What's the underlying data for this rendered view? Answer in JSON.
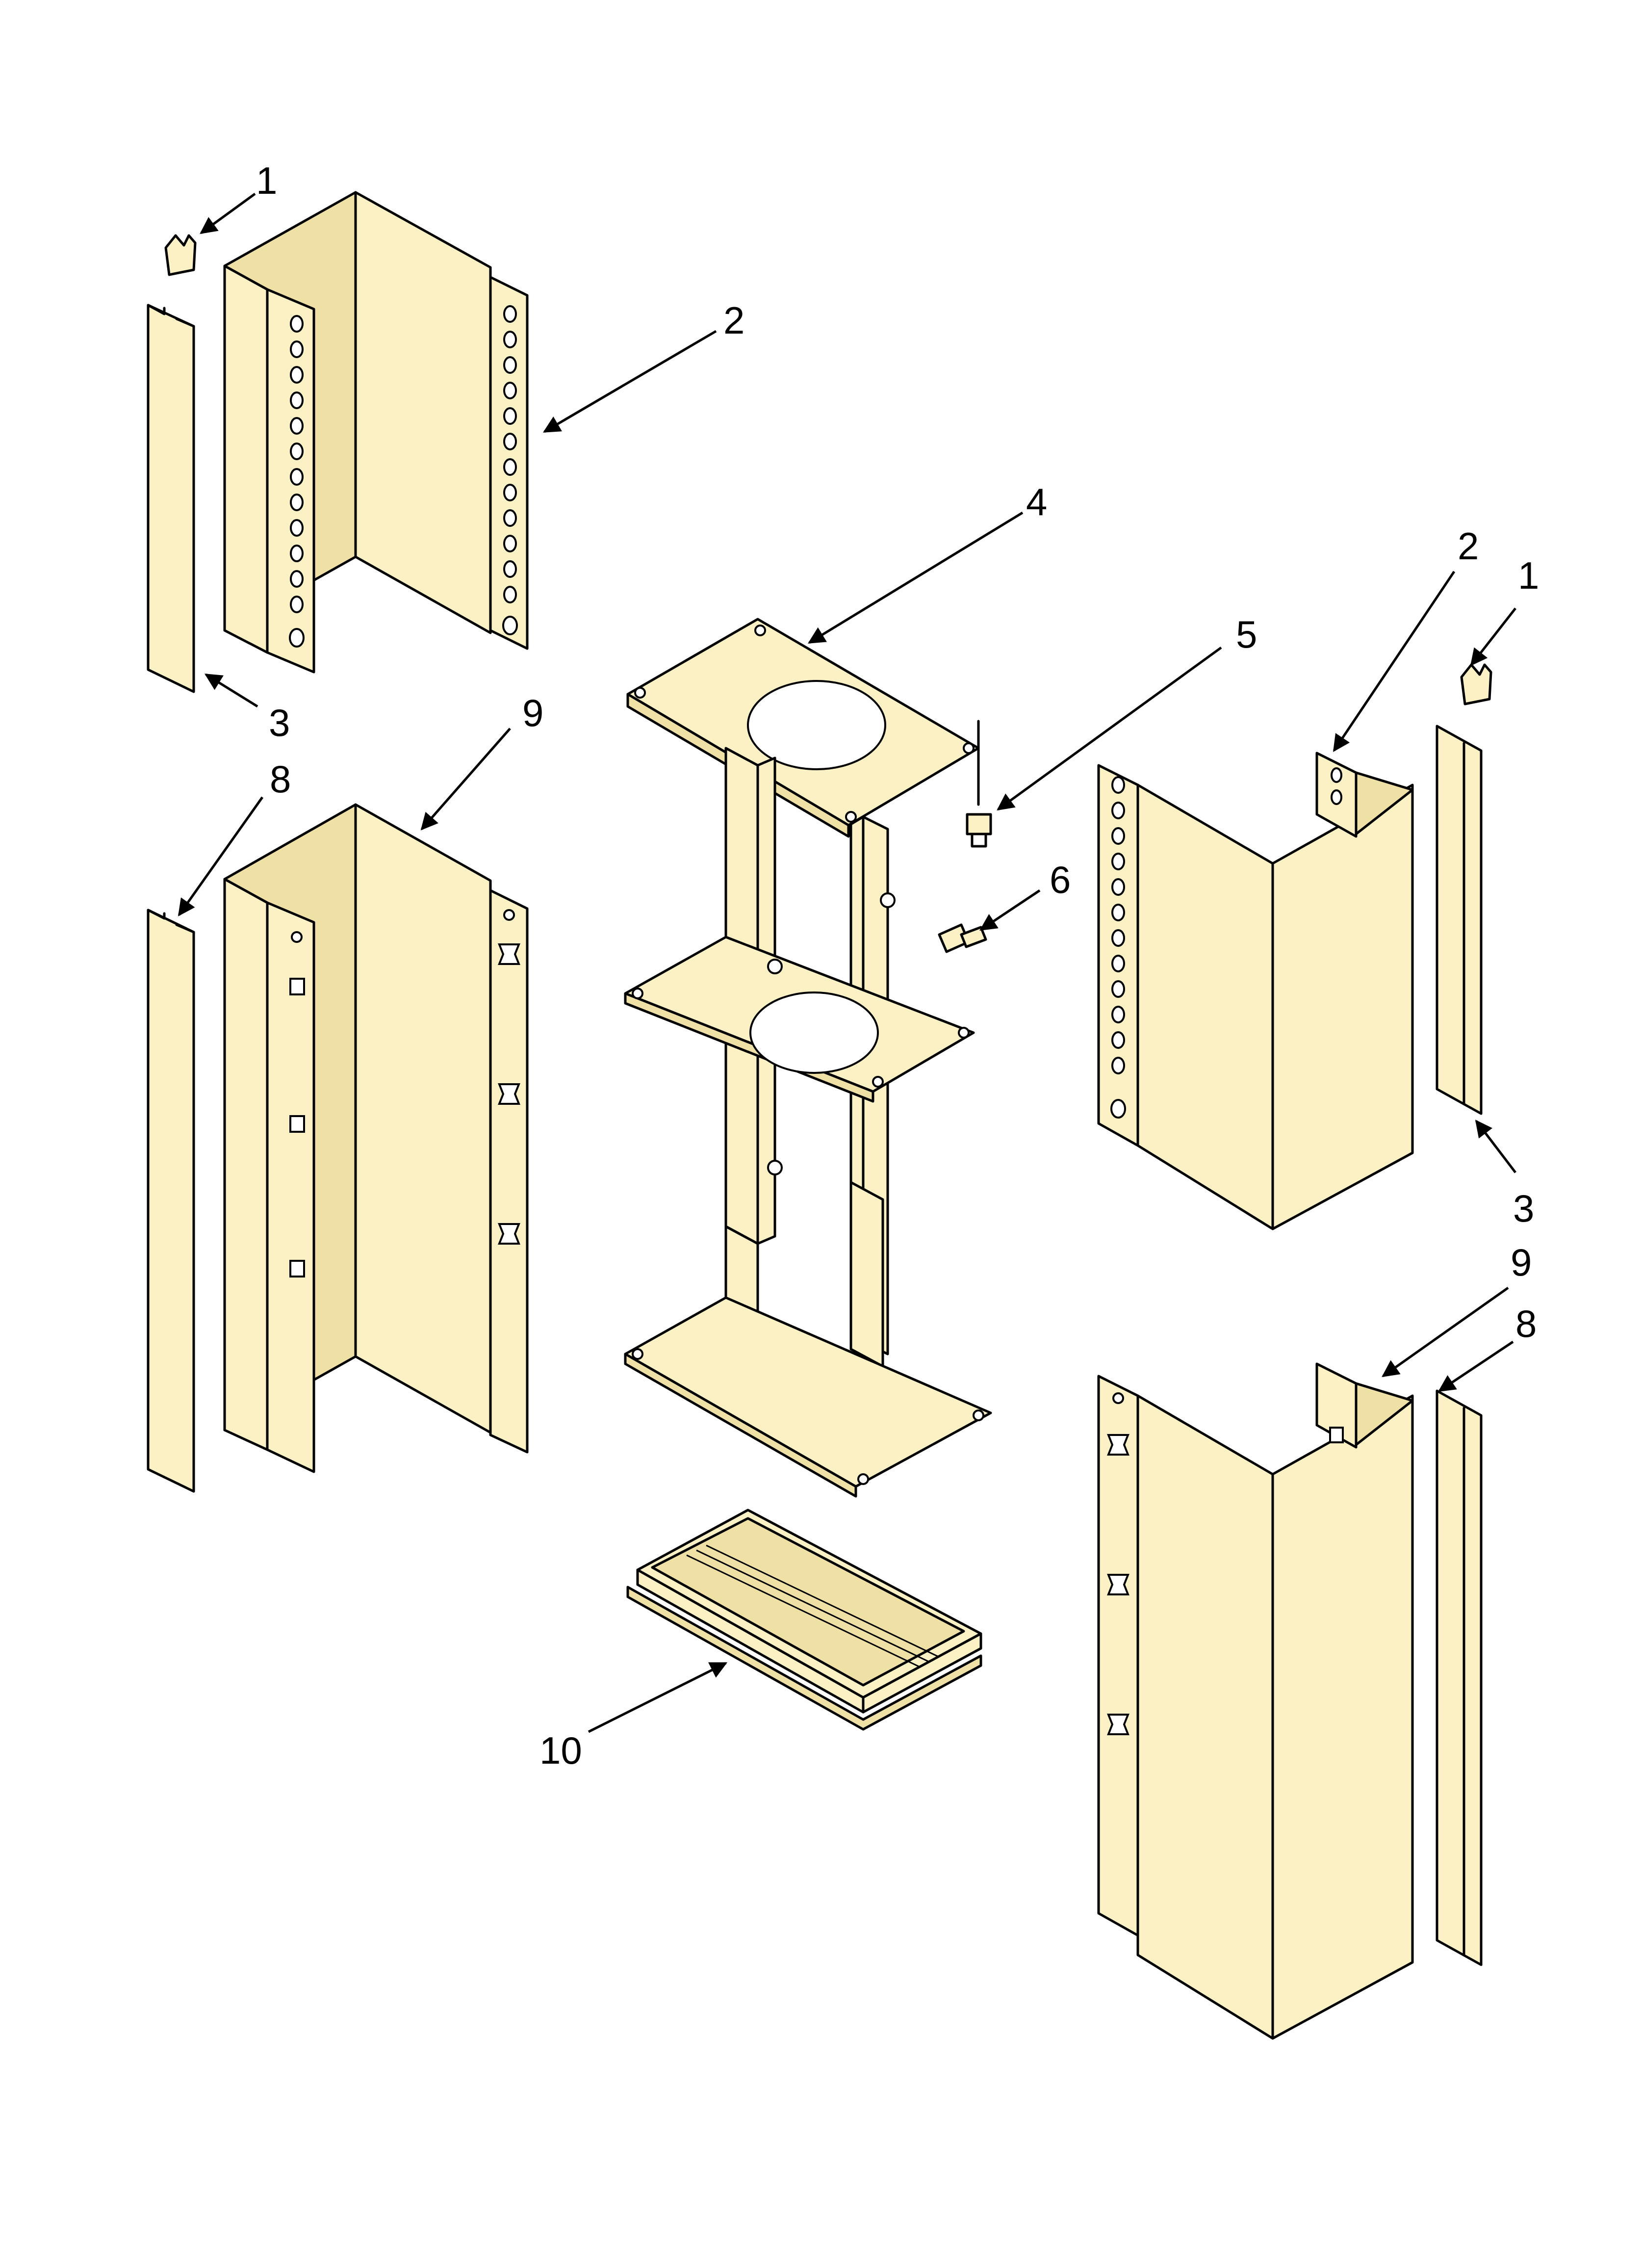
{
  "diagram": {
    "callouts": [
      {
        "id": "c1a",
        "text": "1"
      },
      {
        "id": "c2a",
        "text": "2"
      },
      {
        "id": "c3a",
        "text": "3"
      },
      {
        "id": "c9a",
        "text": "9"
      },
      {
        "id": "c8a",
        "text": "8"
      },
      {
        "id": "c4",
        "text": "4"
      },
      {
        "id": "c5",
        "text": "5"
      },
      {
        "id": "c6",
        "text": "6"
      },
      {
        "id": "c2b",
        "text": "2"
      },
      {
        "id": "c1b",
        "text": "1"
      },
      {
        "id": "c3b",
        "text": "3"
      },
      {
        "id": "c9b",
        "text": "9"
      },
      {
        "id": "c8b",
        "text": "8"
      },
      {
        "id": "c10",
        "text": "10"
      }
    ],
    "colors": {
      "part_fill": "#fbf1c4",
      "part_shade": "#efe0a6",
      "outline": "#000000",
      "background": "#ffffff"
    }
  }
}
